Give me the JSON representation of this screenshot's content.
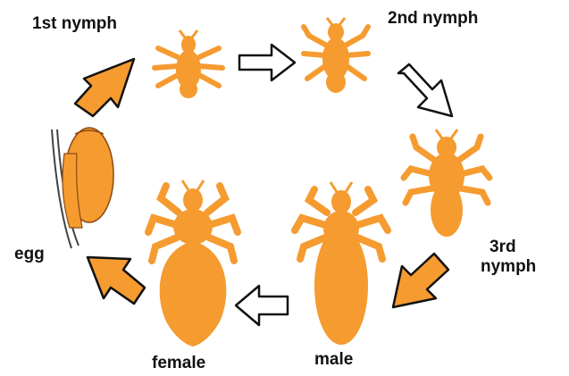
{
  "labels": {
    "first_nymph": "1st nymph",
    "second_nymph": "2nd nymph",
    "third_nymph_line1": "3rd",
    "third_nymph_line2": "nymph",
    "egg": "egg",
    "female": "female",
    "male": "male"
  },
  "colors": {
    "body": "#F59B30",
    "outline": "#8A4A10",
    "arrow_fill": "#F59B30",
    "hollow_arrow_fill": "#ffffff",
    "arrow_stroke": "#111111"
  }
}
